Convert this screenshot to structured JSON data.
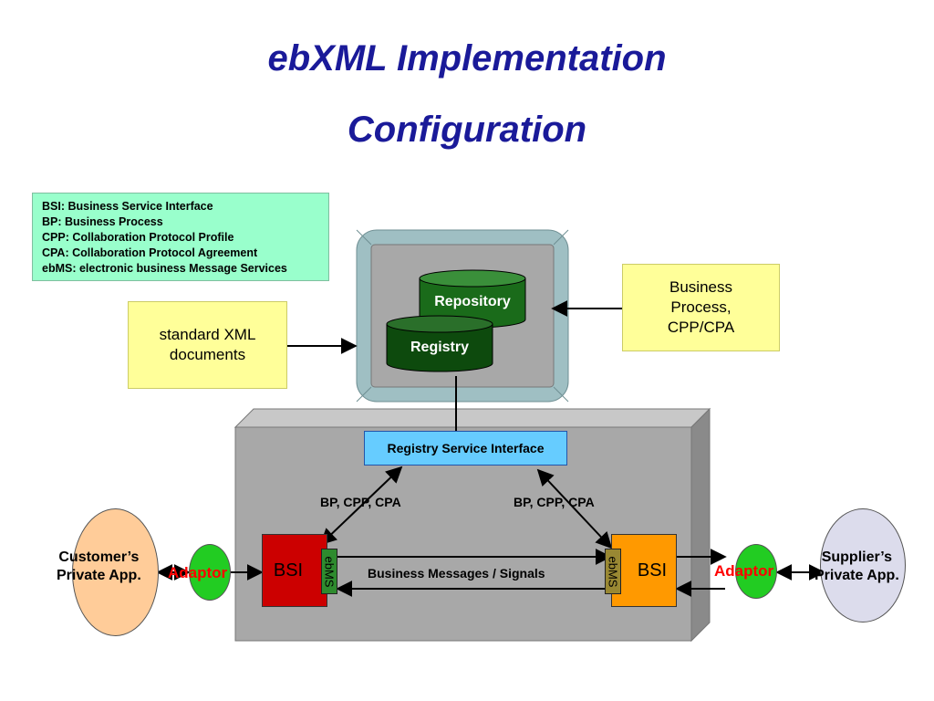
{
  "title": {
    "line1": "ebXML Implementation",
    "line2": "Configuration"
  },
  "legend": [
    "BSI: Business Service Interface",
    "BP: Business Process",
    "CPP: Collaboration Protocol Profile",
    "CPA: Collaboration Protocol Agreement",
    "ebMS: electronic business Message Services"
  ],
  "notes": {
    "xml_line1": "standard XML",
    "xml_line2": "documents",
    "bp_line1": "Business",
    "bp_line2": "Process,",
    "bp_line3": "CPP/CPA"
  },
  "database": {
    "repository": "Repository",
    "registry": "Registry"
  },
  "registry_service_interface": "Registry Service Interface",
  "link_labels": {
    "left": "BP, CPP, CPA",
    "right": "BP, CPP, CPA",
    "messages": "Business Messages / Signals"
  },
  "bsi": {
    "left": "BSI",
    "right": "BSI",
    "ebms": "ebMS"
  },
  "customer": {
    "line1": "Customer’s",
    "line2": "Private App."
  },
  "supplier": {
    "line1": "Supplier’s",
    "line2": "Private App."
  },
  "adaptor": "Adaptor",
  "colors": {
    "title": "#1a1a99",
    "legend_bg": "#99ffcc",
    "note_bg": "#ffff99",
    "repository_fill": "#1a6b1a",
    "registry_fill": "#0d4a0d",
    "bsi_left": "#cc0000",
    "bsi_right": "#ff9900",
    "ebms_left": "#2e8b2e",
    "ebms_right": "#998833",
    "adaptor_text": "#ff0000",
    "adaptor_fill": "#22cc22",
    "customer_fill": "#ffcc99",
    "supplier_fill": "#dcdcec",
    "rsi_fill": "#66ccff",
    "platform_fill": "#a8a8a8"
  }
}
